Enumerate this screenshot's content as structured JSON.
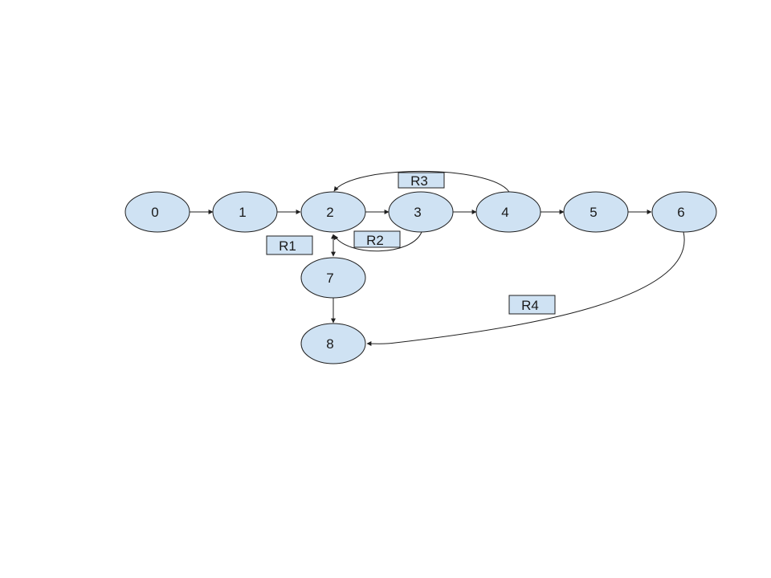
{
  "diagram": {
    "colors": {
      "node_fill": "#cfe2f3",
      "node_stroke": "#1f1f1f",
      "edge": "#1f1f1f",
      "box_fill": "#cfe2f3",
      "box_stroke": "#1f1f1f",
      "background": "#ffffff"
    },
    "nodes": [
      {
        "id": "n0",
        "label": "0"
      },
      {
        "id": "n1",
        "label": "1"
      },
      {
        "id": "n2",
        "label": "2"
      },
      {
        "id": "n3",
        "label": "3"
      },
      {
        "id": "n4",
        "label": "4"
      },
      {
        "id": "n5",
        "label": "5"
      },
      {
        "id": "n6",
        "label": "6"
      },
      {
        "id": "n7",
        "label": "7"
      },
      {
        "id": "n8",
        "label": "8"
      }
    ],
    "edges": [
      {
        "from": "n0",
        "to": "n1"
      },
      {
        "from": "n1",
        "to": "n2"
      },
      {
        "from": "n2",
        "to": "n3"
      },
      {
        "from": "n3",
        "to": "n4"
      },
      {
        "from": "n4",
        "to": "n5"
      },
      {
        "from": "n5",
        "to": "n6"
      },
      {
        "from": "n2",
        "to": "n7"
      },
      {
        "from": "n7",
        "to": "n2"
      },
      {
        "from": "n7",
        "to": "n8"
      },
      {
        "from": "n3",
        "to": "n2"
      },
      {
        "from": "n4",
        "to": "n2"
      },
      {
        "from": "n6",
        "to": "n8"
      }
    ],
    "labels": [
      {
        "id": "r1",
        "text": "R1"
      },
      {
        "id": "r2",
        "text": "R2"
      },
      {
        "id": "r3",
        "text": "R3"
      },
      {
        "id": "r4",
        "text": "R4"
      }
    ]
  }
}
